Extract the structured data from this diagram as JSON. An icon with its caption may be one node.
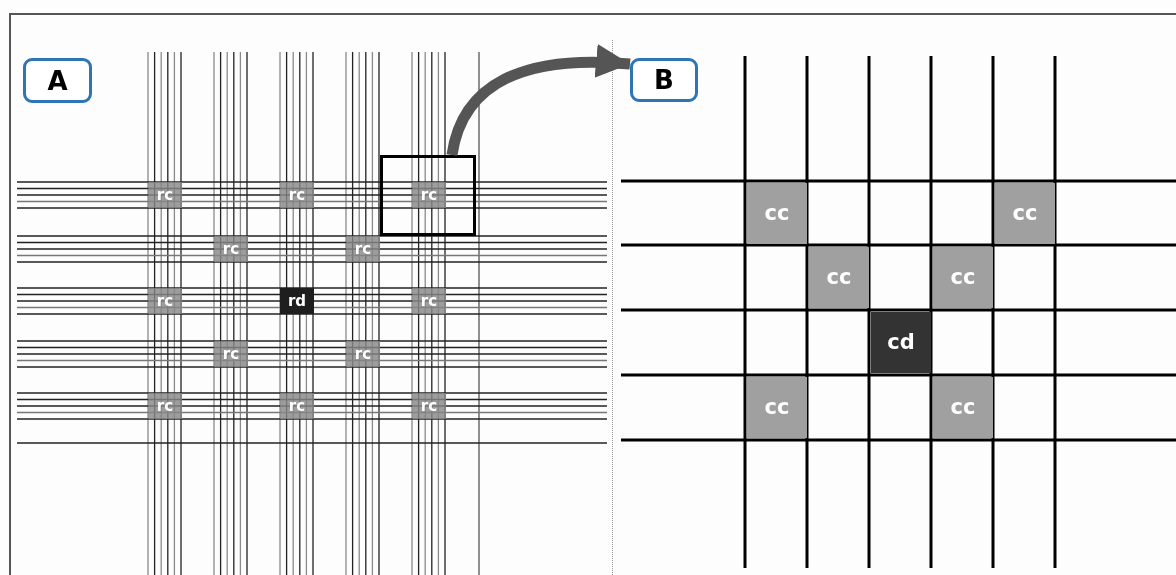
{
  "diagram": {
    "nodes": [
      {
        "text": [
          "A"
        ]
      },
      {
        "text": [],
        "shape": "box"
      },
      {
        "text": [
          "rc"
        ]
      },
      {
        "text": [
          "rc"
        ]
      },
      {
        "text": [
          "rc"
        ],
        "in": 1
      },
      {
        "text": [
          "rc"
        ]
      },
      {
        "text": [
          "rc"
        ]
      },
      {
        "text": [
          "rc"
        ]
      },
      {
        "text": [
          "rd"
        ]
      },
      {
        "text": [
          "rc"
        ]
      },
      {
        "text": [
          "rc"
        ]
      },
      {
        "text": [
          "rc"
        ]
      },
      {
        "text": [
          "rc"
        ]
      },
      {
        "text": [
          "rc"
        ]
      },
      {
        "text": [
          "rc"
        ]
      },
      {
        "text": [
          "B"
        ]
      },
      {
        "text": [
          "cc"
        ]
      },
      {
        "text": [
          "cc"
        ]
      },
      {
        "text": [
          "cc"
        ]
      },
      {
        "text": [
          "cc"
        ]
      },
      {
        "text": [
          "cd"
        ]
      },
      {
        "text": [
          "cc"
        ]
      },
      {
        "text": [
          "cc"
        ]
      }
    ],
    "edges": [
      {
        "from": 1,
        "to": 15,
        "arrow": "to"
      }
    ]
  }
}
